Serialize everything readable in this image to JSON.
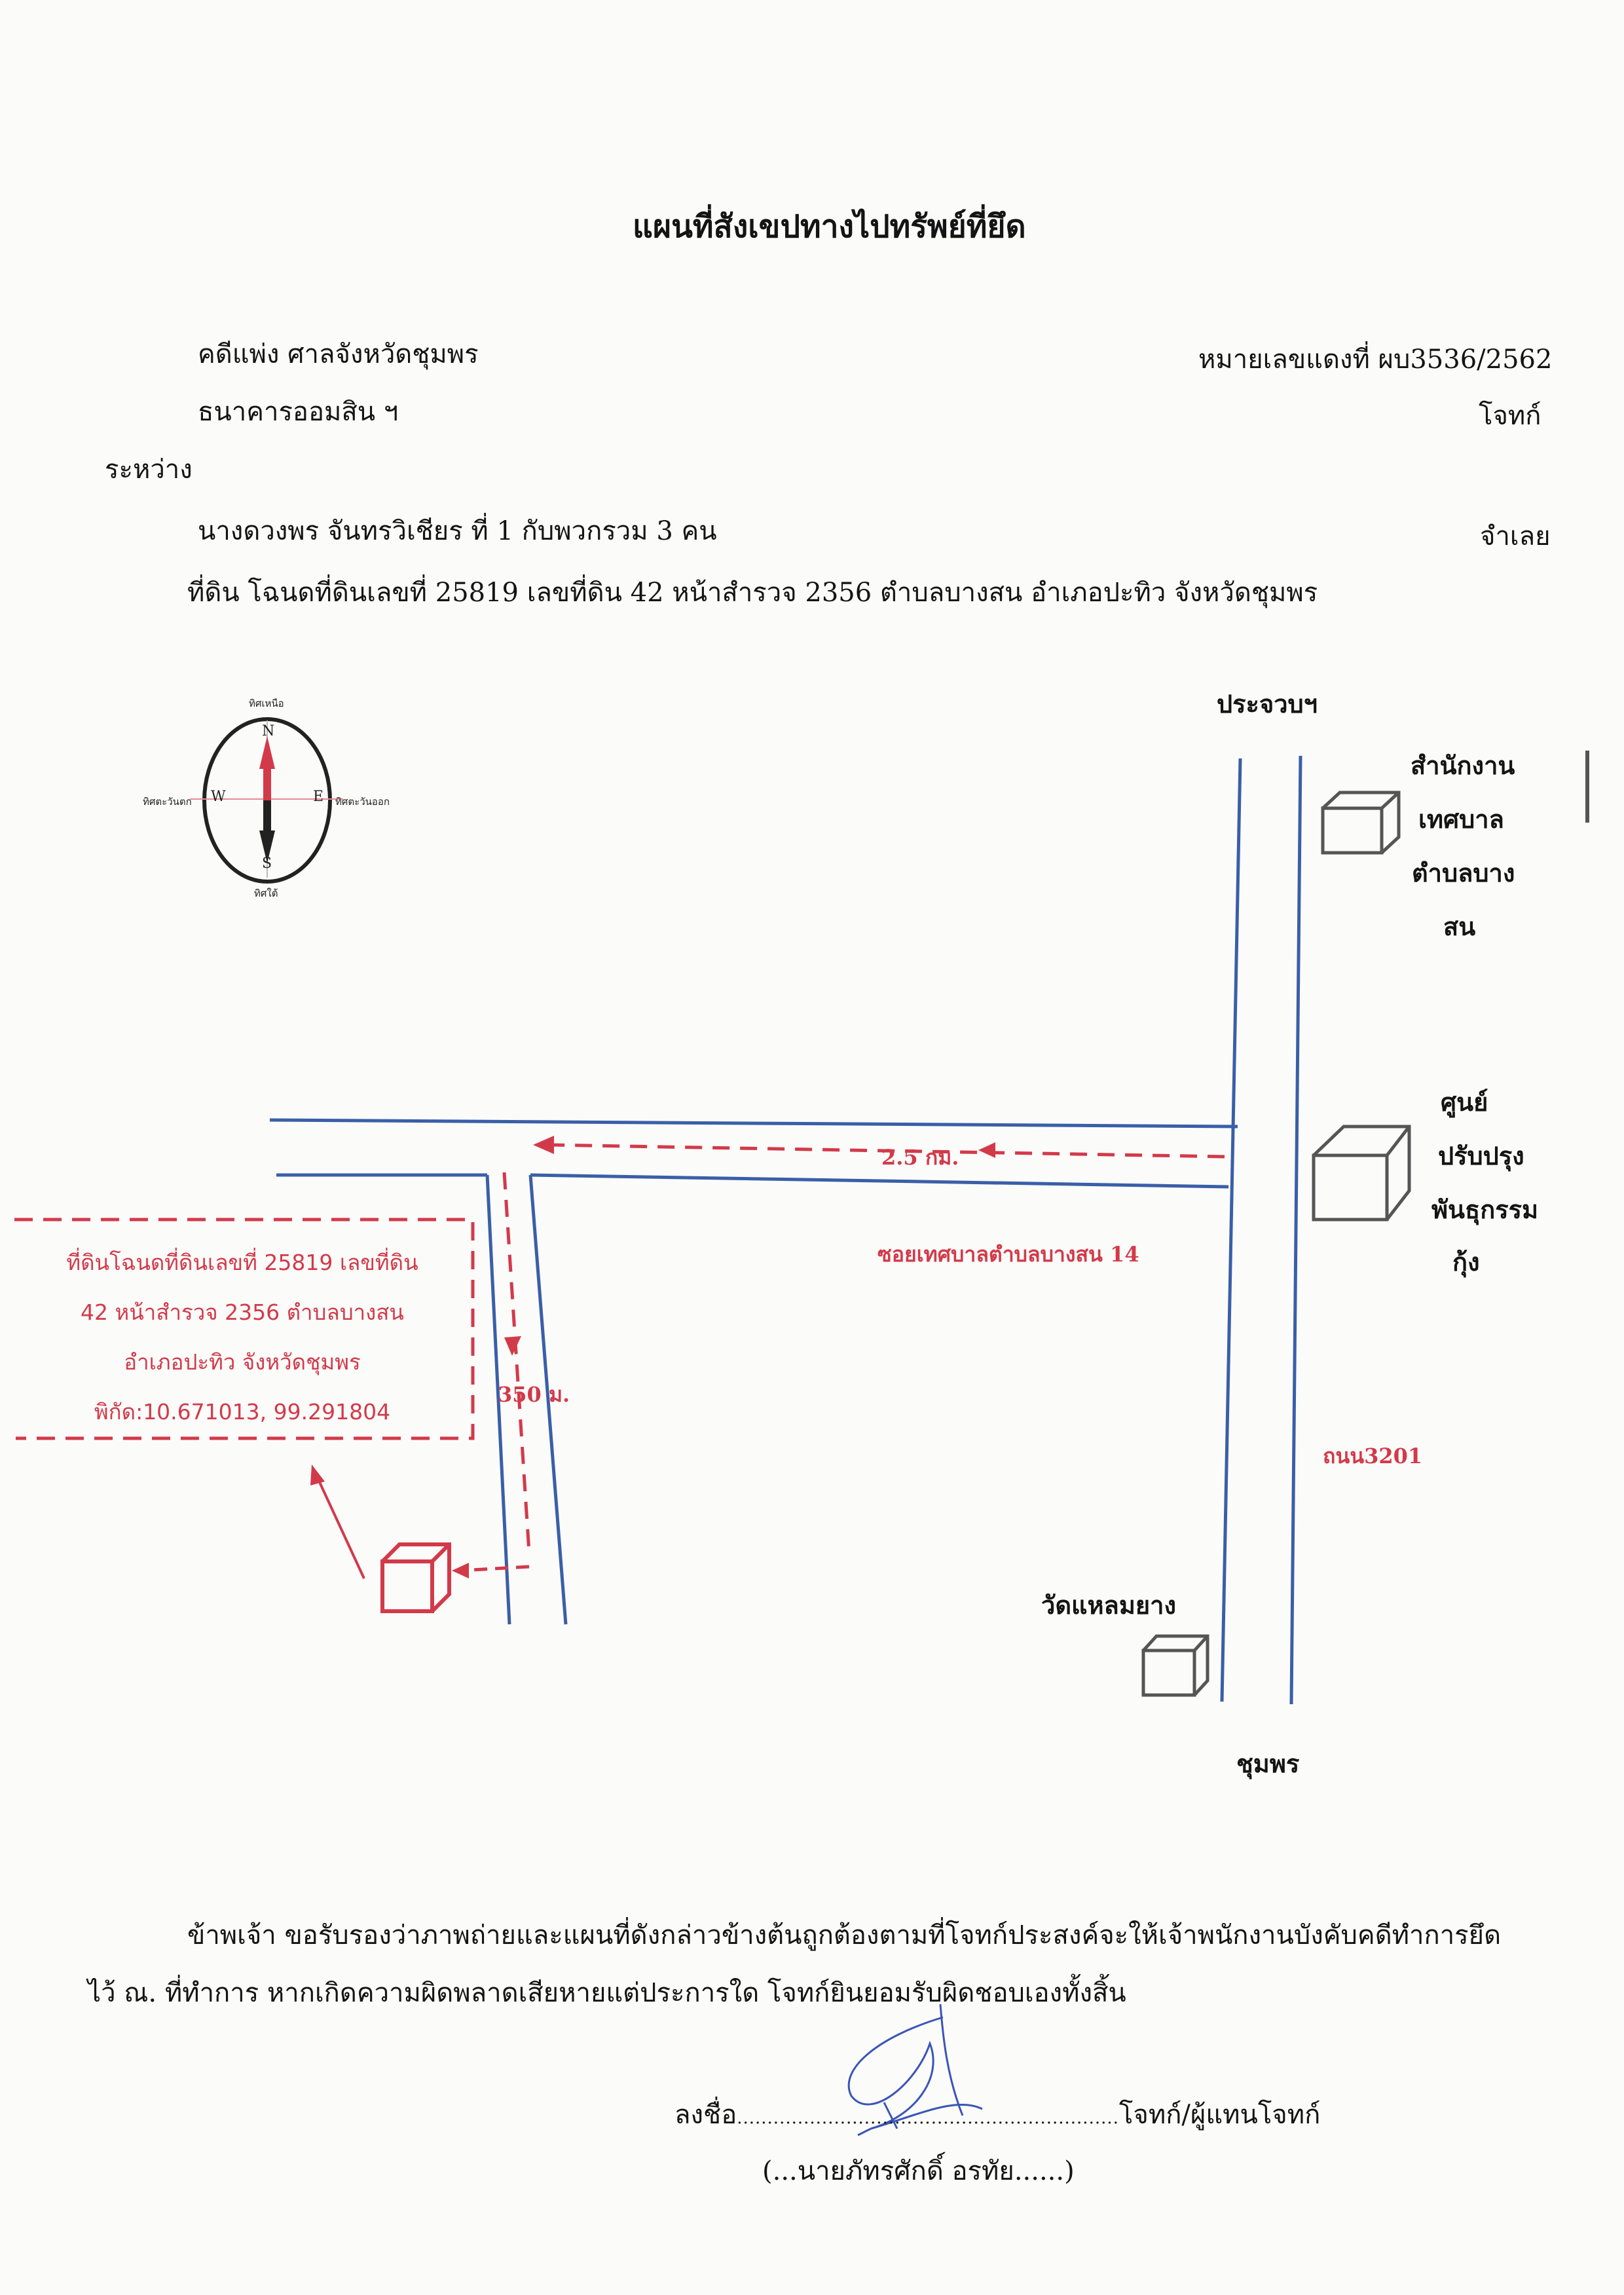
{
  "header": {
    "title": "แผนที่สังเขปทางไปทรัพย์ที่ยึด",
    "case_type": "คดีแพ่ง ศาลจังหวัดชุมพร",
    "case_number": "หมายเลขแดงที่ ผบ3536/2562",
    "plaintiff": "ธนาคารออมสิน ฯ",
    "plaintiff_role": "โจทก์",
    "between": "ระหว่าง",
    "defendant": "นางดวงพร จันทรวิเชียร ที่ 1 กับพวกรวม 3 คน",
    "defendant_role": "จำเลย",
    "property_line": "ที่ดิน โฉนดที่ดินเลขที่ 25819 เลขที่ดิน 42 หน้าสำรวจ 2356  ตำบลบางสน  อำเภอปะทิว  จังหวัดชุมพร"
  },
  "compass": {
    "north_label": "ทิศเหนือ",
    "south_label": "ทิศใต้",
    "east_label": "ทิศตะวันออก",
    "west_label": "ทิศตะวันตก",
    "n": "N",
    "s": "S",
    "e": "E",
    "w": "W"
  },
  "map": {
    "north_destination": "ประจวบฯ",
    "south_destination": "ชุมพร",
    "landmark_office": [
      "สำนักงาน",
      "เทศบาล",
      "ตำบลบาง",
      "สน"
    ],
    "landmark_center": [
      "ศูนย์",
      "ปรับปรุง",
      "พันธุกรรม",
      "กุ้ง"
    ],
    "landmark_temple": "วัดแหลมยาง",
    "distance_1": "2.5 กม.",
    "distance_2": "350 ม.",
    "soi_name": "ซอยเทศบาลตำบลบางสน 14",
    "road_name": "ถนน3201",
    "property_box": [
      "ที่ดินโฉนดที่ดินเลขที่ 25819 เลขที่ดิน",
      "42 หน้าสำรวจ 2356  ตำบลบางสน",
      "อำเภอปะทิว  จังหวัดชุมพร",
      "พิกัด:10.671013, 99.291804"
    ],
    "colors": {
      "road": "#3a5fa8",
      "route": "#d23a4a",
      "building": "#555555"
    }
  },
  "certification": {
    "line1": "ข้าพเจ้า ขอรับรองว่าภาพถ่ายและแผนที่ดังกล่าวข้างต้นถูกต้องตามที่โจทก์ประสงค์จะให้เจ้าพนักงานบังคับคดีทำการยึด",
    "line2": "ไว้ ณ. ที่ทำการ  หากเกิดความผิดพลาดเสียหายแต่ประการใด  โจทก์ยินยอมรับผิดชอบเองทั้งสิ้น",
    "sign_prefix": "ลงชื่อ",
    "sign_dots": "...............................................................",
    "sign_role": "โจทก์/ผู้แทนโจทก์",
    "signer_name": "(...นายภัทรศักดิ์ อรทัย......)"
  }
}
